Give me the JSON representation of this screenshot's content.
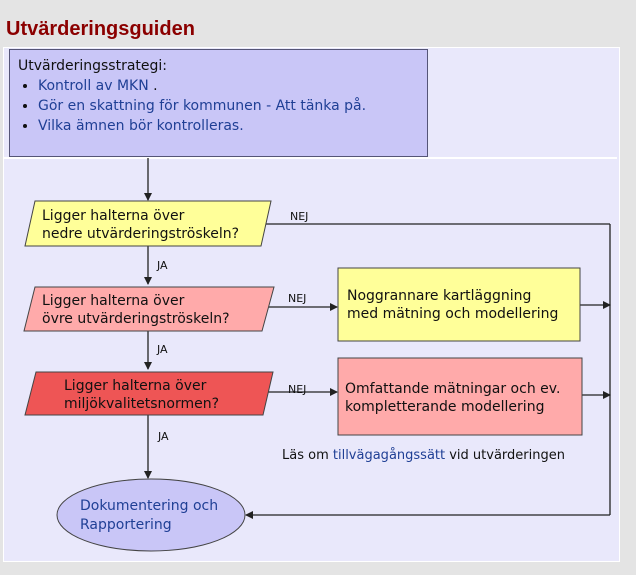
{
  "page": {
    "title": "Utvärderingsguiden"
  },
  "strategy": {
    "heading": "Utvärderingsstrategi:",
    "items": [
      {
        "link": "Kontroll av MKN",
        "suffix": " ."
      },
      {
        "link": "Gör en skattning för kommunen - Att tänka på.",
        "suffix": ""
      },
      {
        "link": "Vilka ämnen bör kontrolleras.",
        "suffix": ""
      }
    ]
  },
  "flow": {
    "decisions": [
      {
        "line1": "Ligger halterna över",
        "line2": "nedre utvärderingströskeln?",
        "fill": "#ffff99"
      },
      {
        "line1": "Ligger halterna över",
        "line2": "övre utvärderingströskeln?",
        "fill": "#ffaaaa"
      },
      {
        "line1": "Ligger halterna över",
        "line2": "miljökvalitetsnormen?",
        "fill": "#ee5555"
      }
    ],
    "actions": [
      {
        "line1": "Noggrannare kartläggning",
        "line2": "med mätning och modellering",
        "fill": "#ffff99"
      },
      {
        "line1": "Omfattande mätningar och ev.",
        "line2": "kompletterande modellering",
        "fill": "#ffaaaa"
      }
    ],
    "end": {
      "line1": "Dokumentering och",
      "line2": "Rapportering",
      "fill": "#c9c6f7"
    },
    "labels": {
      "no": "NEJ",
      "yes": "JA"
    }
  },
  "info": {
    "prefix": "Läs om ",
    "link": "tillvägagångssätt",
    "suffix": " vid utvärderingen"
  },
  "colors": {
    "title": "#8b0000",
    "link": "#1f3f95",
    "line": "#222222"
  }
}
